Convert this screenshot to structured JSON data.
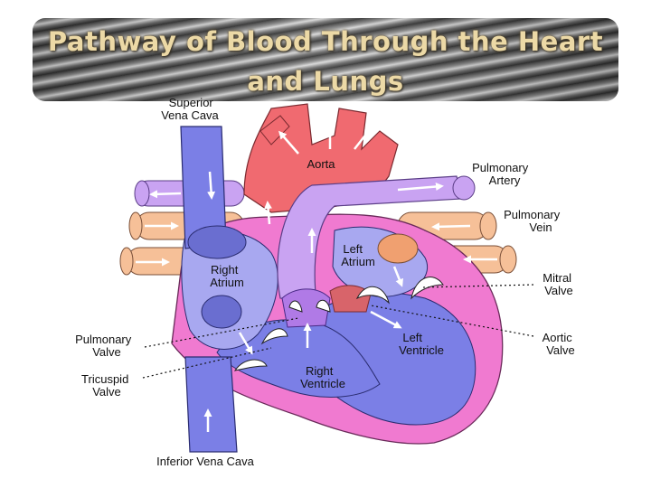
{
  "title": "Pathway of Blood Through the Heart and Lungs",
  "labels": {
    "superior_vena_cava": [
      "Superior",
      "Vena Cava"
    ],
    "aorta": "Aorta",
    "pulmonary_artery": [
      "Pulmonary",
      "Artery"
    ],
    "pulmonary_vein": [
      "Pulmonary",
      "Vein"
    ],
    "left_atrium": [
      "Left",
      "Atrium"
    ],
    "right_atrium": [
      "Right",
      "Atrium"
    ],
    "mitral_valve": [
      "Mitral",
      "Valve"
    ],
    "pulmonary_valve": [
      "Pulmonary",
      "Valve"
    ],
    "aortic_valve": [
      "Aortic",
      "Valve"
    ],
    "left_ventricle": [
      "Left",
      "Ventricle"
    ],
    "tricuspid_valve": [
      "Tricuspid",
      "Valve"
    ],
    "right_ventricle": [
      "Right",
      "Ventricle"
    ],
    "inferior_vena_cava": "Inferior Vena Cava"
  },
  "colors": {
    "oxygenated": "#f06a70",
    "deoxygenated": "#7b7fe6",
    "pulmonary_artery": "#c9a3f2",
    "pulmonary_vein": "#f6c098",
    "heart_wall": "#f07ad0"
  }
}
